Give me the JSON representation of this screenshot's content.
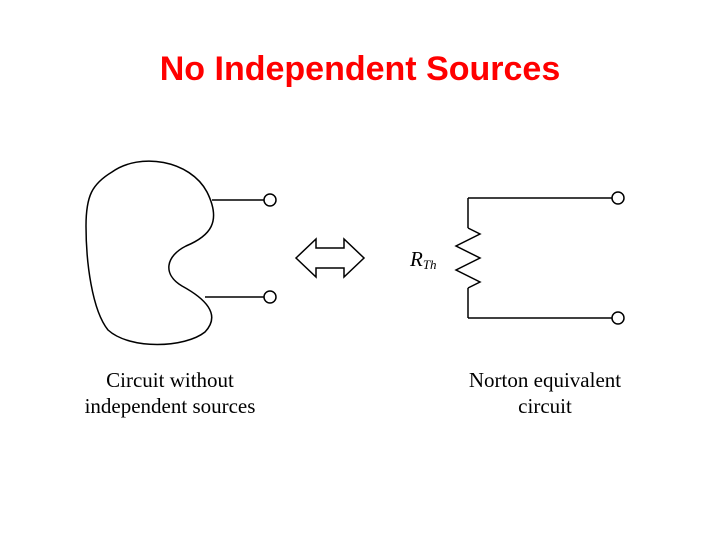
{
  "slide": {
    "title": "No Independent Sources",
    "left_caption": [
      "Circuit without",
      "independent sources"
    ],
    "right_caption": [
      "Norton equivalent",
      "circuit"
    ],
    "resistor_label": {
      "main": "R",
      "subscript": "Th"
    }
  },
  "colors": {
    "title": "#ff0000",
    "lines": "#000000",
    "background": "#ffffff"
  }
}
